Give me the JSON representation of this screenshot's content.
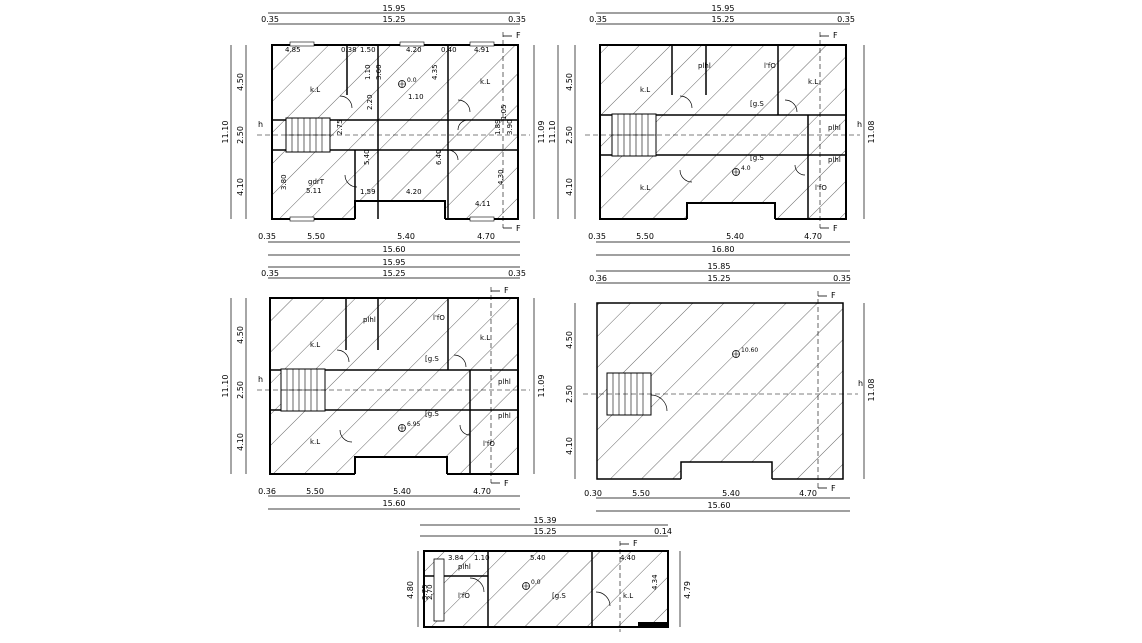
{
  "colors": {
    "line": "#000000",
    "background": "#ffffff"
  },
  "plans": [
    {
      "top_total": "15.95",
      "top_left": "0.35",
      "top_mid": "15.25",
      "top_right": "0.35",
      "inner_top": [
        "4.85",
        "0.38",
        "1.50",
        "4.20",
        "0.40",
        "4.91"
      ],
      "left_dims": [
        "4.50",
        "2.50",
        "4.10"
      ],
      "left_total": "11.10",
      "right_total": "11.09",
      "bottom_segs": [
        "0.35",
        "5.50",
        "5.40",
        "4.70"
      ],
      "bottom_total": "15.60",
      "section_mark": "F",
      "stair_mark": "h",
      "rooms": [
        "k.L",
        "k.L",
        "gdrT"
      ],
      "inner_labels": [
        "4.35",
        "1.10",
        "2.20",
        "5.40",
        "4.20",
        "4.30",
        "4.11",
        "3.80",
        "5.11",
        "1.59",
        "3.60",
        "6.40",
        "1.10",
        "2.75",
        "1.89",
        "1.05",
        "3.90"
      ],
      "elevation": "0.0"
    },
    {
      "top_total": "15.95",
      "top_left": "0.35",
      "top_mid": "15.25",
      "top_right": "0.35",
      "left_dims": [
        "4.50",
        "2.50",
        "4.10"
      ],
      "left_total": "11.10",
      "right_total": "11.08",
      "bottom_segs": [
        "0.35",
        "5.50",
        "5.40",
        "4.70"
      ],
      "bottom_total": "16.80",
      "section_mark": "F",
      "stair_mark": "h",
      "rooms": [
        "k.L",
        "k.L",
        "k.L",
        "plhl",
        "l'fO",
        "[g.S",
        "[g.S",
        "plhl",
        "plhl",
        "l'fO"
      ],
      "elevation": "4.0"
    },
    {
      "top_total": "15.95",
      "top_left": "0.35",
      "top_mid": "15.25",
      "top_right": "0.35",
      "left_dims": [
        "4.50",
        "2.50",
        "4.10"
      ],
      "left_total": "11.10",
      "right_total": "11.09",
      "bottom_segs": [
        "0.36",
        "5.50",
        "5.40",
        "4.70"
      ],
      "bottom_total": "15.60",
      "section_mark": "F",
      "stair_mark": "h",
      "rooms": [
        "k.L",
        "k.L",
        "k.L",
        "plhl",
        "l'fO",
        "[g.S",
        "[g.S",
        "plhl",
        "plhl",
        "l'fO"
      ],
      "elevation": "6.95"
    },
    {
      "top_total": "15.85",
      "top_left": "0.36",
      "top_mid": "15.25",
      "top_right": "0.35",
      "left_dims": [
        "4.50",
        "2.50",
        "4.10"
      ],
      "right_total": "11.08",
      "bottom_segs": [
        "0.30",
        "5.50",
        "5.40",
        "4.70"
      ],
      "bottom_total": "15.60",
      "section_mark": "F",
      "stair_mark": "h",
      "elevation": "10.60"
    },
    {
      "top_total": "15.39",
      "top_mid": "15.25",
      "top_right": "0.14",
      "inner_top": [
        "3.84",
        "1.10",
        "5.40",
        "4.40"
      ],
      "left_total": "4.80",
      "right_total": "4.79",
      "section_mark": "F",
      "rooms": [
        "plhl",
        "l'fO",
        "[g.S",
        "k.L"
      ],
      "inner_labels": [
        "2.70",
        "4.34",
        "3.75"
      ],
      "elevation": "0.0"
    }
  ]
}
